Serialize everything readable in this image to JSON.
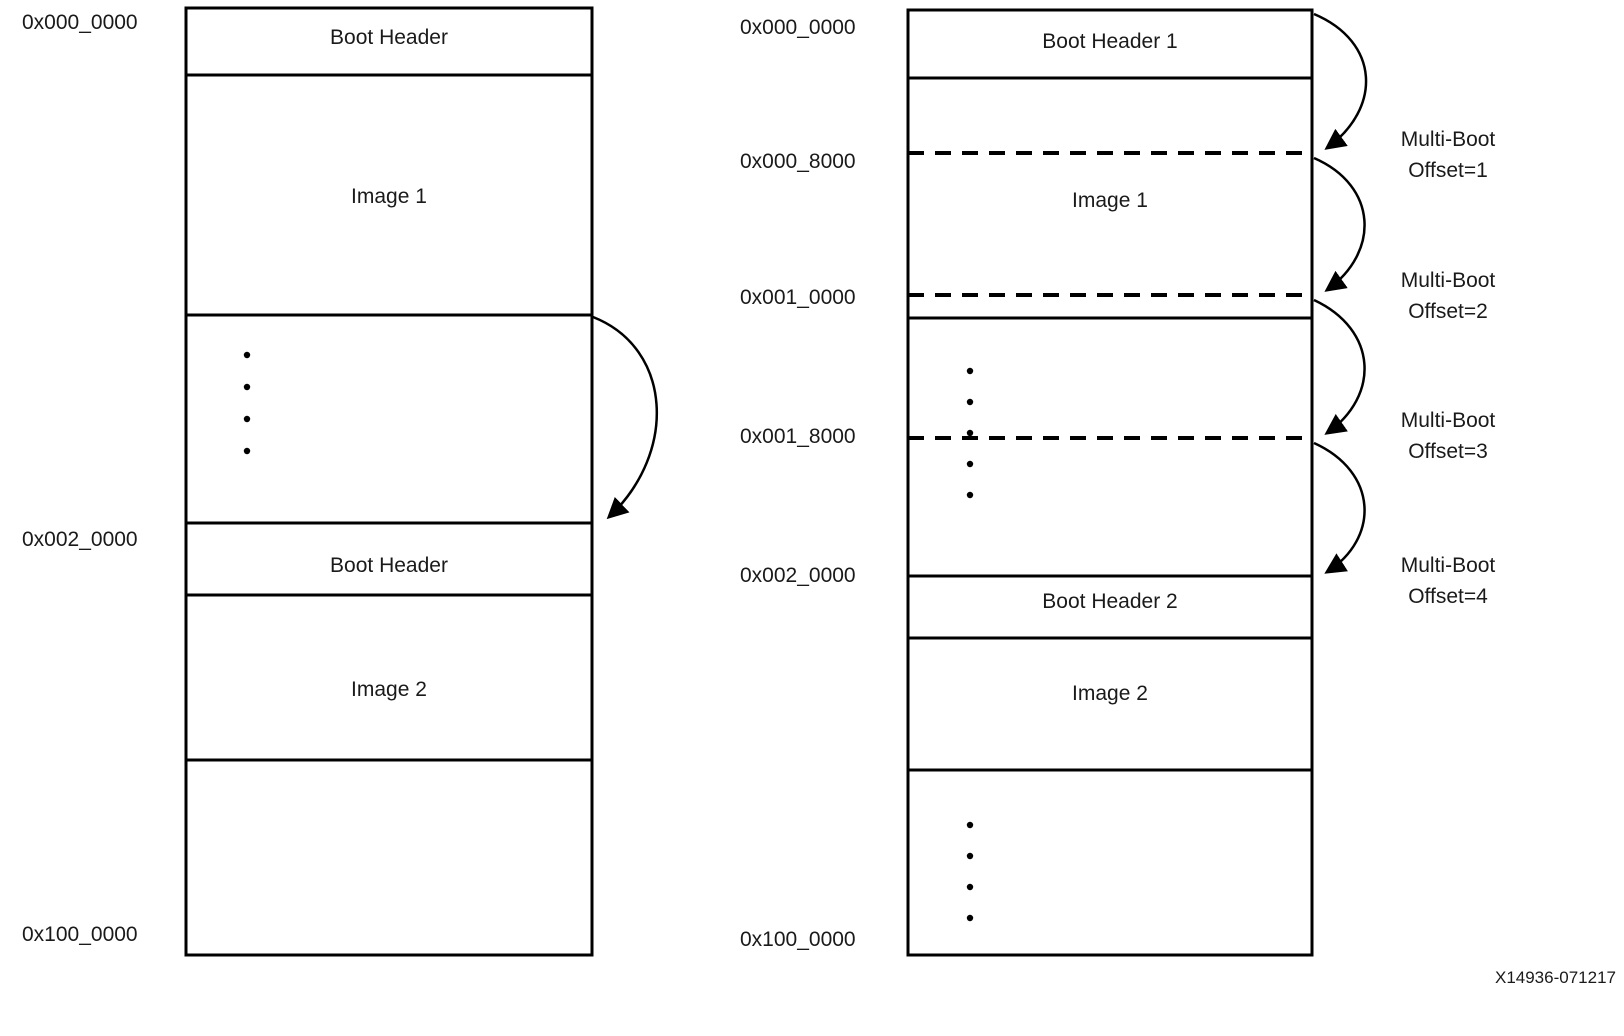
{
  "figure": {
    "id_label": "X14936-071217"
  },
  "left_diagram": {
    "address_labels": [
      "0x000_0000",
      "0x002_0000",
      "0x100_0000"
    ],
    "section_labels": {
      "boot_header_top": "Boot Header",
      "image1": "Image 1",
      "boot_header_mid": "Boot Header",
      "image2": "Image 2"
    }
  },
  "right_diagram": {
    "address_labels": [
      "0x000_0000",
      "0x000_8000",
      "0x001_0000",
      "0x001_8000",
      "0x002_0000",
      "0x100_0000"
    ],
    "section_labels": {
      "boot_header1": "Boot Header 1",
      "image1": "Image 1",
      "boot_header2": "Boot Header 2",
      "image2": "Image 2"
    },
    "offset_labels": [
      {
        "line1": "Multi-Boot",
        "line2": "Offset=1"
      },
      {
        "line1": "Multi-Boot",
        "line2": "Offset=2"
      },
      {
        "line1": "Multi-Boot",
        "line2": "Offset=3"
      },
      {
        "line1": "Multi-Boot",
        "line2": "Offset=4"
      }
    ]
  }
}
